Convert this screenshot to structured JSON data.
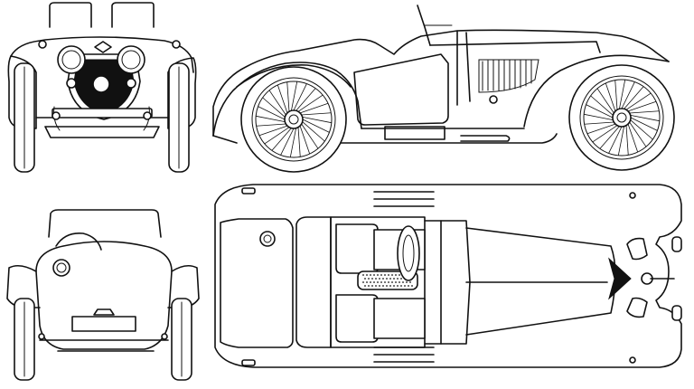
{
  "drawing": {
    "subject": "",
    "views": [
      "front",
      "side",
      "rear",
      "top"
    ]
  }
}
